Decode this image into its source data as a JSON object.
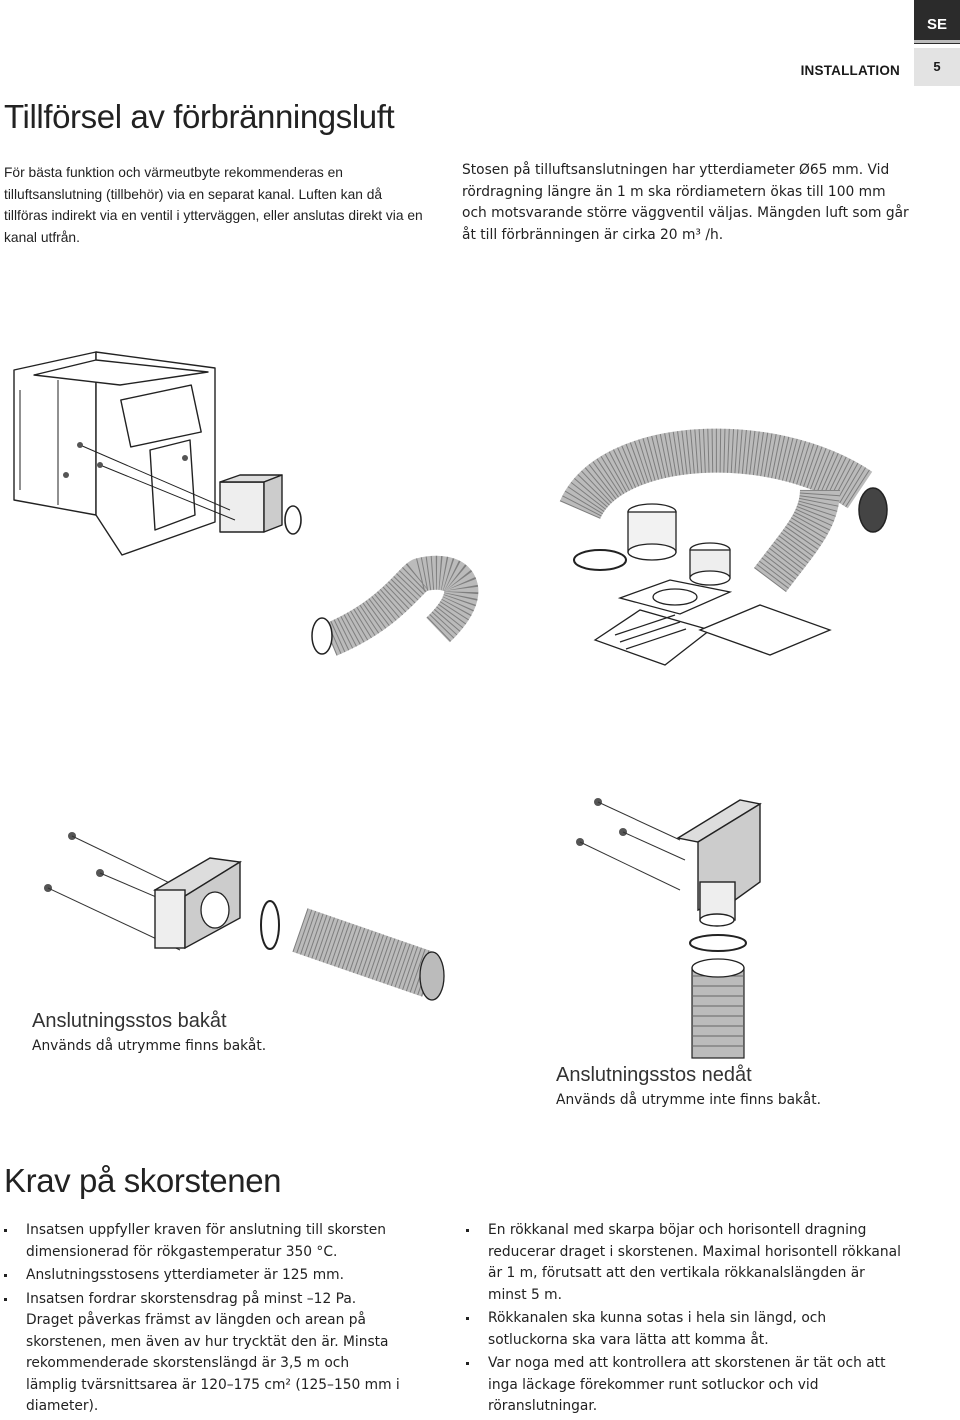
{
  "header": {
    "language_tab": "SE",
    "section": "INSTALLATION",
    "page_number": "5"
  },
  "intro": {
    "title": "Tillförsel av förbränningsluft",
    "left_paragraph": "För bästa funktion och värmeutbyte rekommenderas en tilluftsanslutning (tillbehör) via en separat kanal. Luften kan då tillföras indirekt via en ventil i ytterväggen, eller anslutas direkt via en kanal utfrån.",
    "right_paragraph": "Stosen på tilluftsanslutningen har ytterdiameter Ø65 mm. Vid rördragning längre än 1 m ska rördiametern ökas till 100 mm och motsvarande större väggventil väljas. Mängden luft som går åt till förbränningen är cirka 20 m³ /h."
  },
  "illustrations": {
    "back_connection": {
      "title": "Anslutningsstos bakåt",
      "subtitle": "Används då utrymme finns bakåt."
    },
    "down_connection": {
      "title": "Anslutningsstos nedåt",
      "subtitle": "Används då utrymme inte finns bakåt."
    }
  },
  "chimney": {
    "title": "Krav på skorstenen",
    "left_bullets": [
      "Insatsen uppfyller kraven för anslutning till skorsten dimensionerad för rökgastemperatur 350 °C.",
      "Anslutningsstosens ytterdiameter är 125 mm.",
      "Insatsen fordrar skorstensdrag på minst –12 Pa. Draget påverkas främst av längden och arean på skorstenen, men även av hur trycktät den är. Minsta rekommenderade skorstenslängd är 3,5 m och lämplig tvärsnittsarea är 120–175 cm² (125–150 mm i diameter)."
    ],
    "right_bullets": [
      "En rökkanal med skarpa böjar och horisontell dragning reducerar draget i skorstenen. Maximal horisontell rökkanal är 1 m, förutsatt att den vertikala rökkanalslängden är minst 5 m.",
      "Rökkanalen ska kunna sotas i hela sin längd, och sotluckorna ska vara lätta att komma åt.",
      "Var noga med att kontrollera att skorstenen är tät och att inga läckage förekommer runt sotluckor och vid röranslutningar."
    ]
  },
  "colors": {
    "tab_background": "#2b2b2b",
    "page_number_background": "#e3e3e3",
    "text": "#1a1a1a"
  }
}
